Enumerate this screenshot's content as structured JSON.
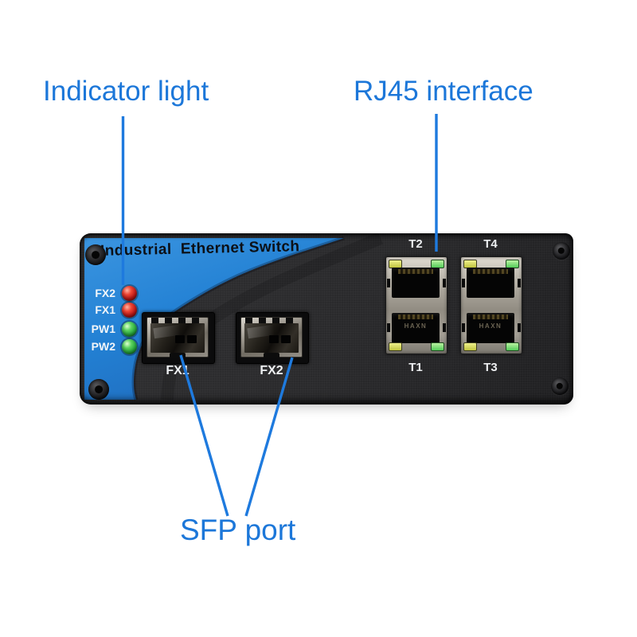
{
  "page": {
    "background": "#ffffff"
  },
  "annotations": {
    "accent_color": "#1c77d9",
    "indicator": {
      "label": "Indicator light"
    },
    "rj45": {
      "label": "RJ45 interface"
    },
    "sfp": {
      "label": "SFP port"
    }
  },
  "device": {
    "title": "Industrial  Ethernet Switch",
    "panel_blue": "#2381d4",
    "body_black": "#28282a",
    "leds": [
      {
        "label": "FX2",
        "color": "red"
      },
      {
        "label": "FX1",
        "color": "red"
      },
      {
        "label": "PW1",
        "color": "green"
      },
      {
        "label": "PW2",
        "color": "green"
      }
    ],
    "sfp_ports": [
      {
        "label": "FX1"
      },
      {
        "label": "FX2"
      }
    ],
    "rj45_ports": [
      {
        "label": "T2"
      },
      {
        "label": "T4"
      },
      {
        "label": "T1"
      },
      {
        "label": "T3"
      }
    ],
    "rj45_marking": "HAXN"
  }
}
